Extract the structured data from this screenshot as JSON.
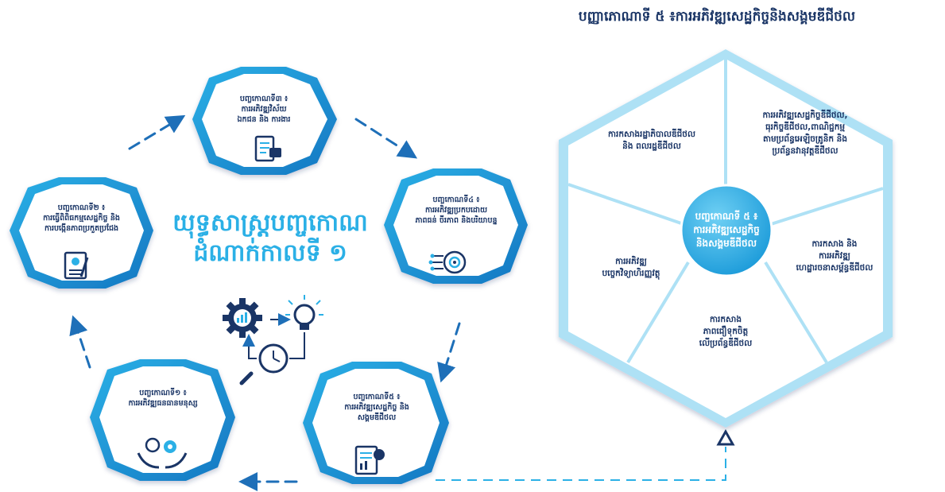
{
  "colors": {
    "navy": "#1a3566",
    "cyan": "#2bb0e6",
    "blue": "#1e8fd6",
    "light_blue": "#aee1f5"
  },
  "header": {
    "title": "បញ្ញាភោណាទី ៥ ៖ការអភិវឌ្ឍសេដ្ឋកិច្ចនិងសង្គមឌីជីថល"
  },
  "center": {
    "title_line1": "យុទ្ធសាស្ត្របញ្ចកោណ",
    "title_line2": "ដំណាក់កាលទី ១"
  },
  "pentagon": {
    "hex3": {
      "line1": "បញ្ចកោណទី៣ ៖",
      "line2": "ការអភិវឌ្ឍវិស័យ",
      "line3": "ឯកជន និង ការងារ",
      "icon": "clipboard-briefcase-icon"
    },
    "hex2": {
      "line1": "បញ្ចកោណទី២ ៖",
      "line2": "ការធ្វើពិពិធកម្មសេដ្ឋកិច្ច និង",
      "line3": "ការបង្កើនភាពប្រកួតប្រជែង",
      "icon": "award-document-icon"
    },
    "hex4": {
      "line1": "បញ្ចកោណទី៤ ៖",
      "line2": "ការអភិវឌ្ឍប្រកបដោយ",
      "line3": "ភាពធន់ ចីរភាព និងបរិយាបន្ន",
      "icon": "target-network-icon"
    },
    "hex1": {
      "line1": "បញ្ចកោណទី១ ៖",
      "line2": "ការអភិវឌ្ឍធនធានមនុស្ស",
      "icon": "hands-lightbulb-gear-icon"
    },
    "hex5": {
      "line1": "បញ្ចកោណទី៥ ៖",
      "line2": "ការអភិវឌ្ឍសេដ្ឋកិច្ច និង",
      "line3": "សង្គមឌីជីថល",
      "icon": "digital-report-icon"
    }
  },
  "pillar5": {
    "center_line1": "បញ្ចកោណទី ៥ ៖",
    "center_line2": "ការអភិវឌ្ឍសេដ្ឋកិច្ច",
    "center_line3": "និងសង្គមឌីជីថល",
    "segments": [
      {
        "lines": [
          "ការកសាងរដ្ឋាភិបាលឌីជីថល",
          "និង ពលរដ្ឋឌីជីថល"
        ]
      },
      {
        "lines": [
          "ការអភិវឌ្ឍសេដ្ឋកិច្ចឌីជីថល,",
          "ធុរកិច្ចឌីជីថល,ពាណិជ្ជកម្ម",
          "តាមប្រព័ន្ធអេឡិចត្រូនិក និង",
          "ប្រព័ន្ធនវានុវត្តឌីជីថល"
        ]
      },
      {
        "lines": [
          "ការកសាង និង",
          "ការអភិវឌ្ឍ",
          "ហេដ្ឋារចនាសម្ព័ន្ធឌីជីថល"
        ]
      },
      {
        "lines": [
          "ការកសាង",
          "ភាពជឿទុកចិត្ត",
          "លើប្រព័ន្ធឌីជីថល"
        ]
      },
      {
        "lines": [
          "ការអភិវឌ្ឍ",
          "បច្ចេកវិទ្យាហិរញ្ញវត្ថុ"
        ]
      }
    ]
  }
}
